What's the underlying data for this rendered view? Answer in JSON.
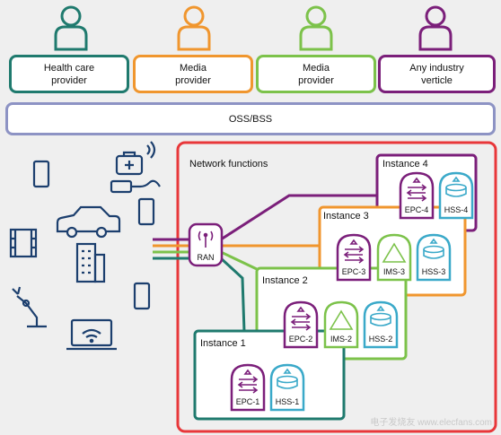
{
  "providers": [
    {
      "label": "Health care\nprovider",
      "color": "#1f7a6e"
    },
    {
      "label": "Media\nprovider",
      "color": "#f0962e"
    },
    {
      "label": "Media\nprovider",
      "color": "#7cc24a"
    },
    {
      "label": "Any industry\nverticle",
      "color": "#7b1f7a"
    }
  ],
  "oss_bss": "OSS/BSS",
  "network_functions_title": "Network functions",
  "ran_label": "RAN",
  "instances": [
    {
      "title": "Instance 4",
      "functions": [
        "EPC-4",
        "HSS-4"
      ]
    },
    {
      "title": "Instance 3",
      "functions": [
        "EPC-3",
        "IMS-3",
        "HSS-3"
      ]
    },
    {
      "title": "Instance 2",
      "functions": [
        "EPC-2",
        "IMS-2",
        "HSS-2"
      ]
    },
    {
      "title": "Instance 1",
      "functions": [
        "EPC-1",
        "HSS-1"
      ]
    }
  ],
  "colors": {
    "network_border": "#e8373a",
    "device": "#1c3f6e",
    "instance4": "#7b1f7a",
    "instance3": "#f0962e",
    "instance2": "#7cc24a",
    "instance1": "#1f7a6e",
    "epc": "#7b1f7a",
    "ims": "#7cc24a",
    "hss": "#3aa9c9"
  },
  "watermark": "电子发烧友 www.elecfans.com"
}
